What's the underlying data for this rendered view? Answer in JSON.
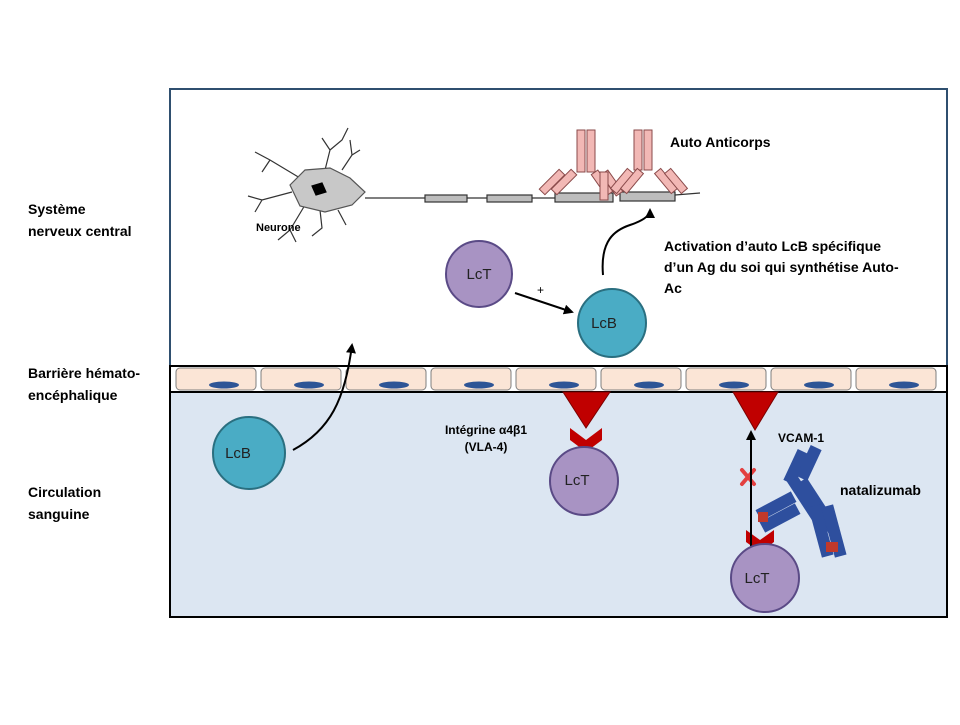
{
  "labels": {
    "cns_line1": "Système",
    "cns_line2": "nerveux central",
    "bbb_line1": "Barrière hémato-",
    "bbb_line2": "encéphalique",
    "blood_line1": "Circulation",
    "blood_line2": "sanguine",
    "neuron": "Neurone",
    "auto_antibodies": "Auto Anticorps",
    "activation_line1": "Activation d’auto LcB spécifique",
    "activation_line2": "d’un Ag du soi qui synthétise Auto-",
    "activation_line3": "Ac",
    "integrin_line1": "Intégrine α4β1",
    "integrin_line2": "(VLA-4)",
    "vcam": "VCAM-1",
    "natalizumab": "natalizumab",
    "plus": "+"
  },
  "cells": {
    "lct_cns": "LcT",
    "lcb_cns": "LcB",
    "lcb_blood": "LcB",
    "lct_blood": "LcT",
    "lct_blocked": "LcT"
  },
  "colors": {
    "lct": "#a893c3",
    "lcb": "#4aacc5",
    "receptor": "#c00000",
    "antibody": "#2e4f9e",
    "antibody_tip": "#c0392b",
    "blood_bg": "#dce6f2",
    "endothelial": "#fbe5d6",
    "nucleus": "#2e5596",
    "auto_antibody": "#f2b8b5"
  }
}
